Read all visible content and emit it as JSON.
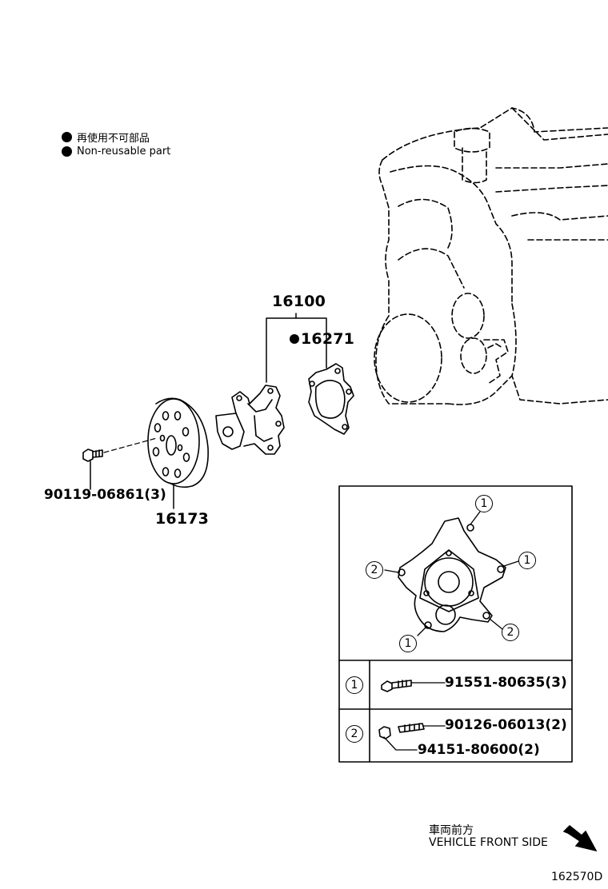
{
  "legend": {
    "jp": "再使用不可部品",
    "en": "Non-reusable part"
  },
  "parts": {
    "water_pump_assy": "16100",
    "gasket": "16271",
    "bolt_pulley": "90119-06861(3)",
    "pulley": "16173"
  },
  "detail": {
    "callouts": {
      "c1a": "1",
      "c1b": "1",
      "c1c": "1",
      "c2a": "2",
      "c2b": "2"
    },
    "table": [
      {
        "key": "1",
        "parts": [
          "91551-80635(3)"
        ]
      },
      {
        "key": "2",
        "parts": [
          "90126-06013(2)",
          "94151-80600(2)"
        ]
      }
    ]
  },
  "direction": {
    "jp": "車両前方",
    "en": "VEHICLE FRONT SIDE"
  },
  "illustration_code": "162570D",
  "icons": {
    "non_reusable": "filled-circle-icon",
    "direction": "arrow-down-right-icon"
  }
}
